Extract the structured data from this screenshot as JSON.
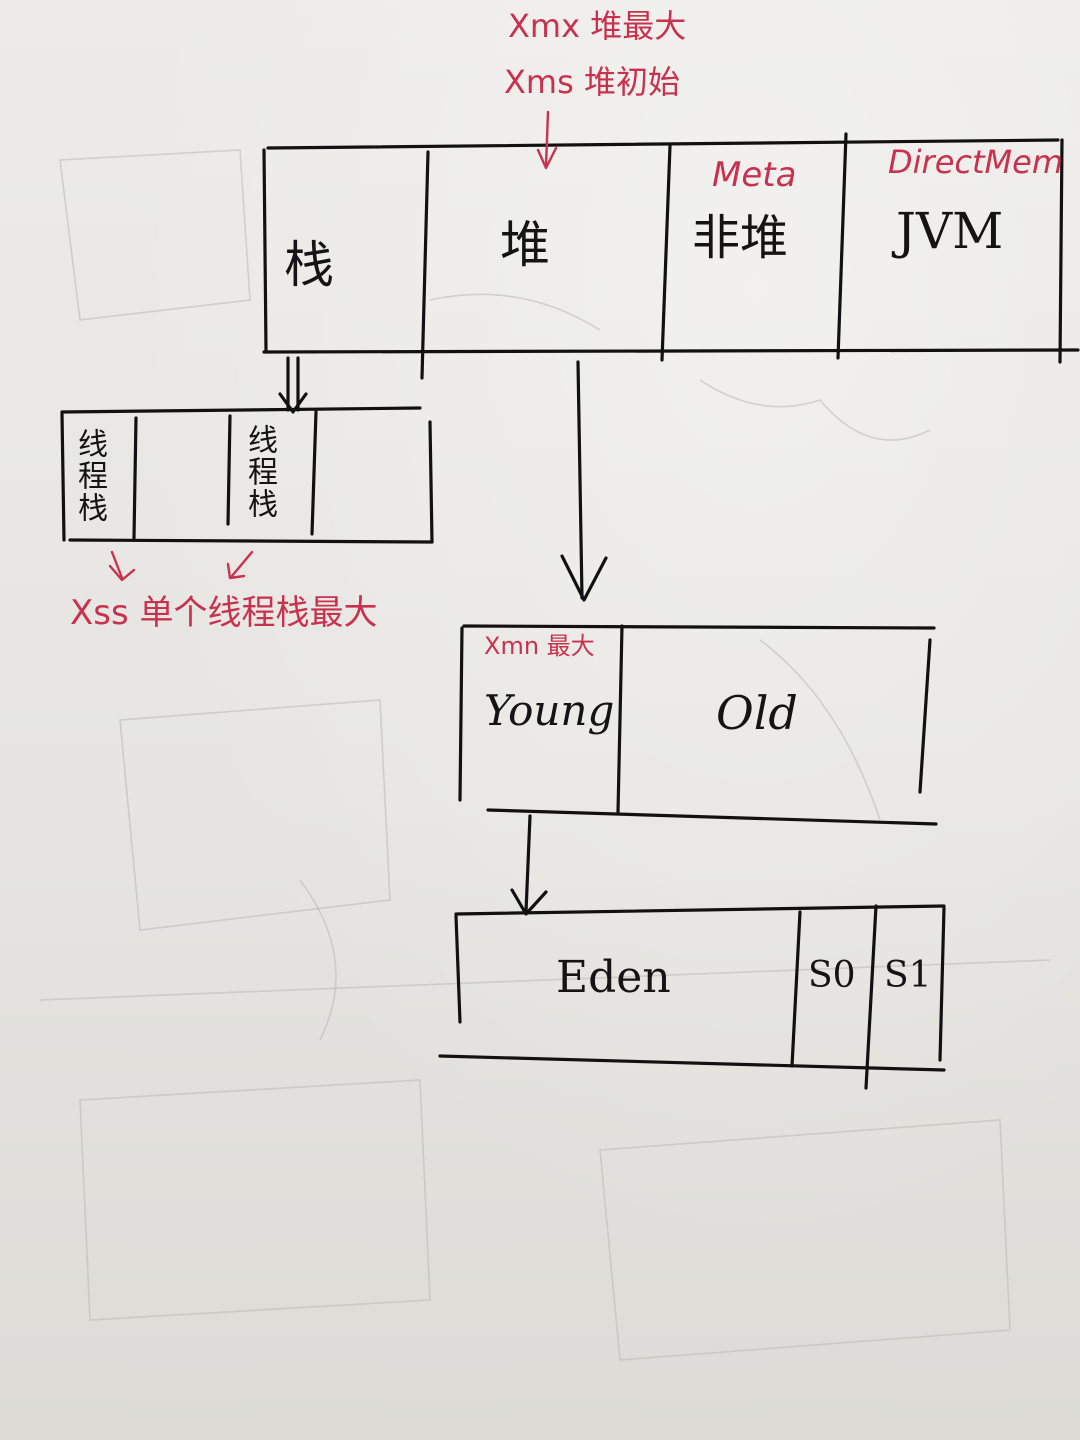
{
  "annotations": {
    "xmx": "Xmx 堆最大",
    "xms": "Xms 堆初始",
    "meta": "Meta",
    "direct_mem": "DirectMem",
    "xmn": "Xmn 最大",
    "xss": "Xss 单个线程栈最大"
  },
  "memory_regions": {
    "stack": "栈",
    "heap": "堆",
    "non_heap": "非堆",
    "jvm": "JVM"
  },
  "thread_stacks": {
    "first": "线程栈",
    "second": "线程栈"
  },
  "heap_generations": {
    "young": "Young",
    "old": "Old"
  },
  "young_spaces": {
    "eden": "Eden",
    "s0": "S0",
    "s1": "S1"
  },
  "colors": {
    "ink": "#111111",
    "annotation_red": "#c8324e",
    "paper": "#e8e7e3"
  }
}
